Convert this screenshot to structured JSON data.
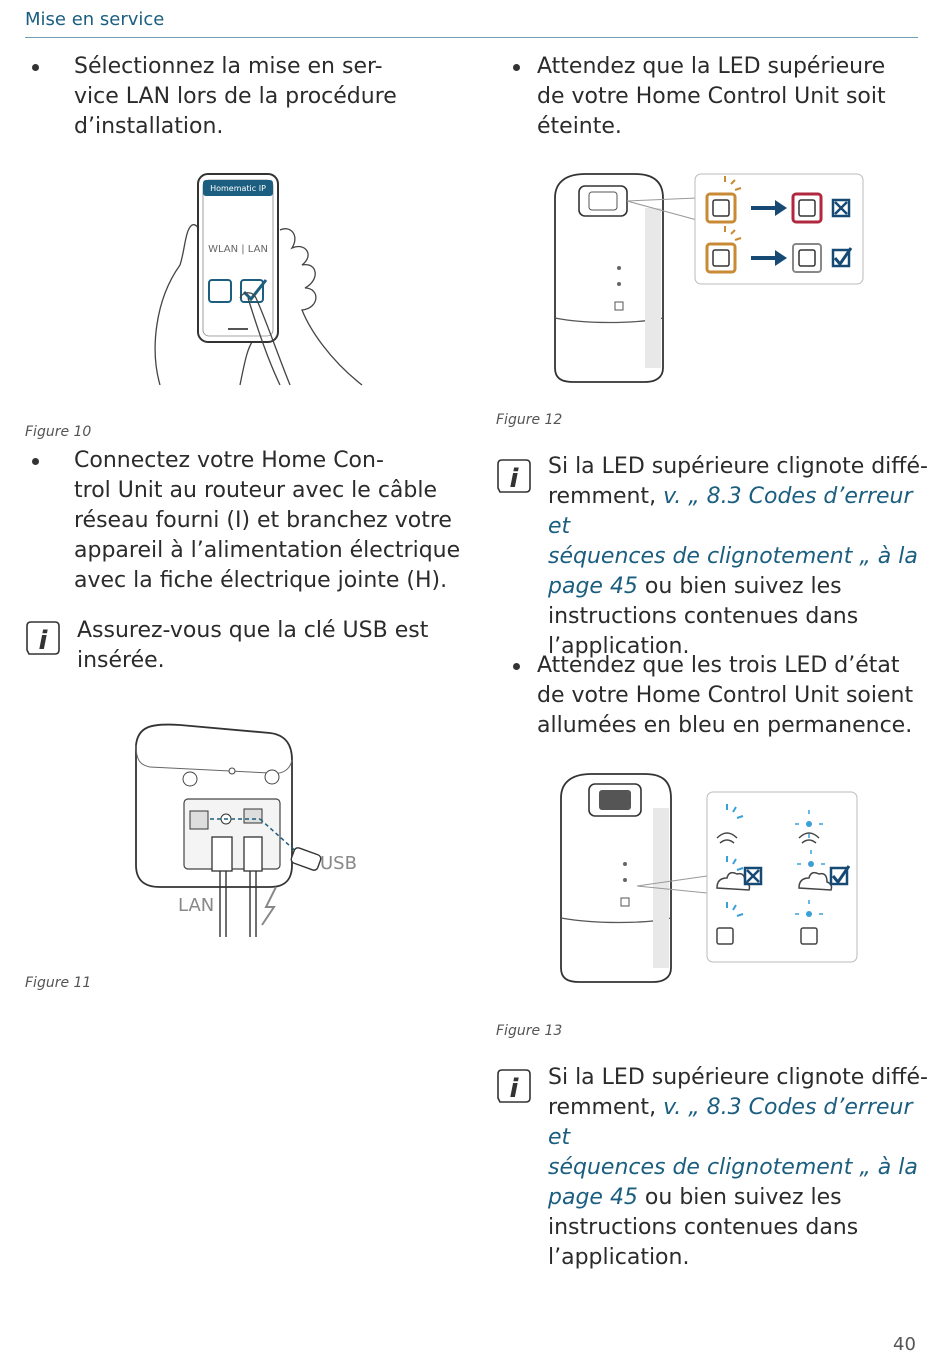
{
  "header": {
    "title": "Mise en service"
  },
  "left": {
    "bullet1": [
      "Sélectionnez la mise en ser-",
      "vice LAN lors de la procédure",
      "d’installation."
    ],
    "figure10": {
      "caption": "Figure 10",
      "app_title": "Homematic IP",
      "mode_text": "WLAN | LAN"
    },
    "bullet2": [
      "Connectez votre Home Con-",
      "trol Unit au routeur avec le câble",
      "réseau fourni (I) et branchez votre",
      "appareil à l’alimentation électrique",
      "avec la fiche électrique jointe (H)."
    ],
    "info1": [
      "Assurez-vous que la clé USB est",
      "insérée."
    ],
    "figure11": {
      "caption": "Figure 11",
      "usb_label": "USB",
      "lan_label": "LAN"
    }
  },
  "right": {
    "bullet1": [
      "Attendez que la LED supérieure",
      "de votre Home Control Unit soit",
      "éteinte."
    ],
    "figure12": {
      "caption": "Figure 12"
    },
    "info1": {
      "line1": "Si la LED supérieure clignote diffé-",
      "line2_plain": "remment, ",
      "line2_link": "v. „ 8.3 Codes d’erreur et",
      "line3_link": "séquences de clignotement „ à la",
      "line4_link": "page 45",
      "line4_plain": " ou bien suivez les",
      "line5": "instructions contenues dans",
      "line6": "l’application."
    },
    "bullet2": [
      "Attendez que les trois LED d’état",
      "de votre Home Control Unit soient",
      "allumées en bleu en permanence."
    ],
    "figure13": {
      "caption": "Figure 13"
    },
    "info2": {
      "line1": "Si la LED supérieure clignote diffé-",
      "line2_plain": "remment, ",
      "line2_link": "v. „ 8.3 Codes d’erreur et",
      "line3_link": "séquences de clignotement „ à la",
      "line4_link": "page 45",
      "line4_plain": " ou bien suivez les",
      "line5": "instructions contenues dans",
      "line6": "l’application."
    }
  },
  "footer": {
    "page_number": "40"
  },
  "colors": {
    "accent": "#1b5e7f",
    "led_orange": "#c98a36",
    "led_red": "#b0283e",
    "led_blue": "#3aa0d8",
    "icon_navy": "#164a74"
  }
}
